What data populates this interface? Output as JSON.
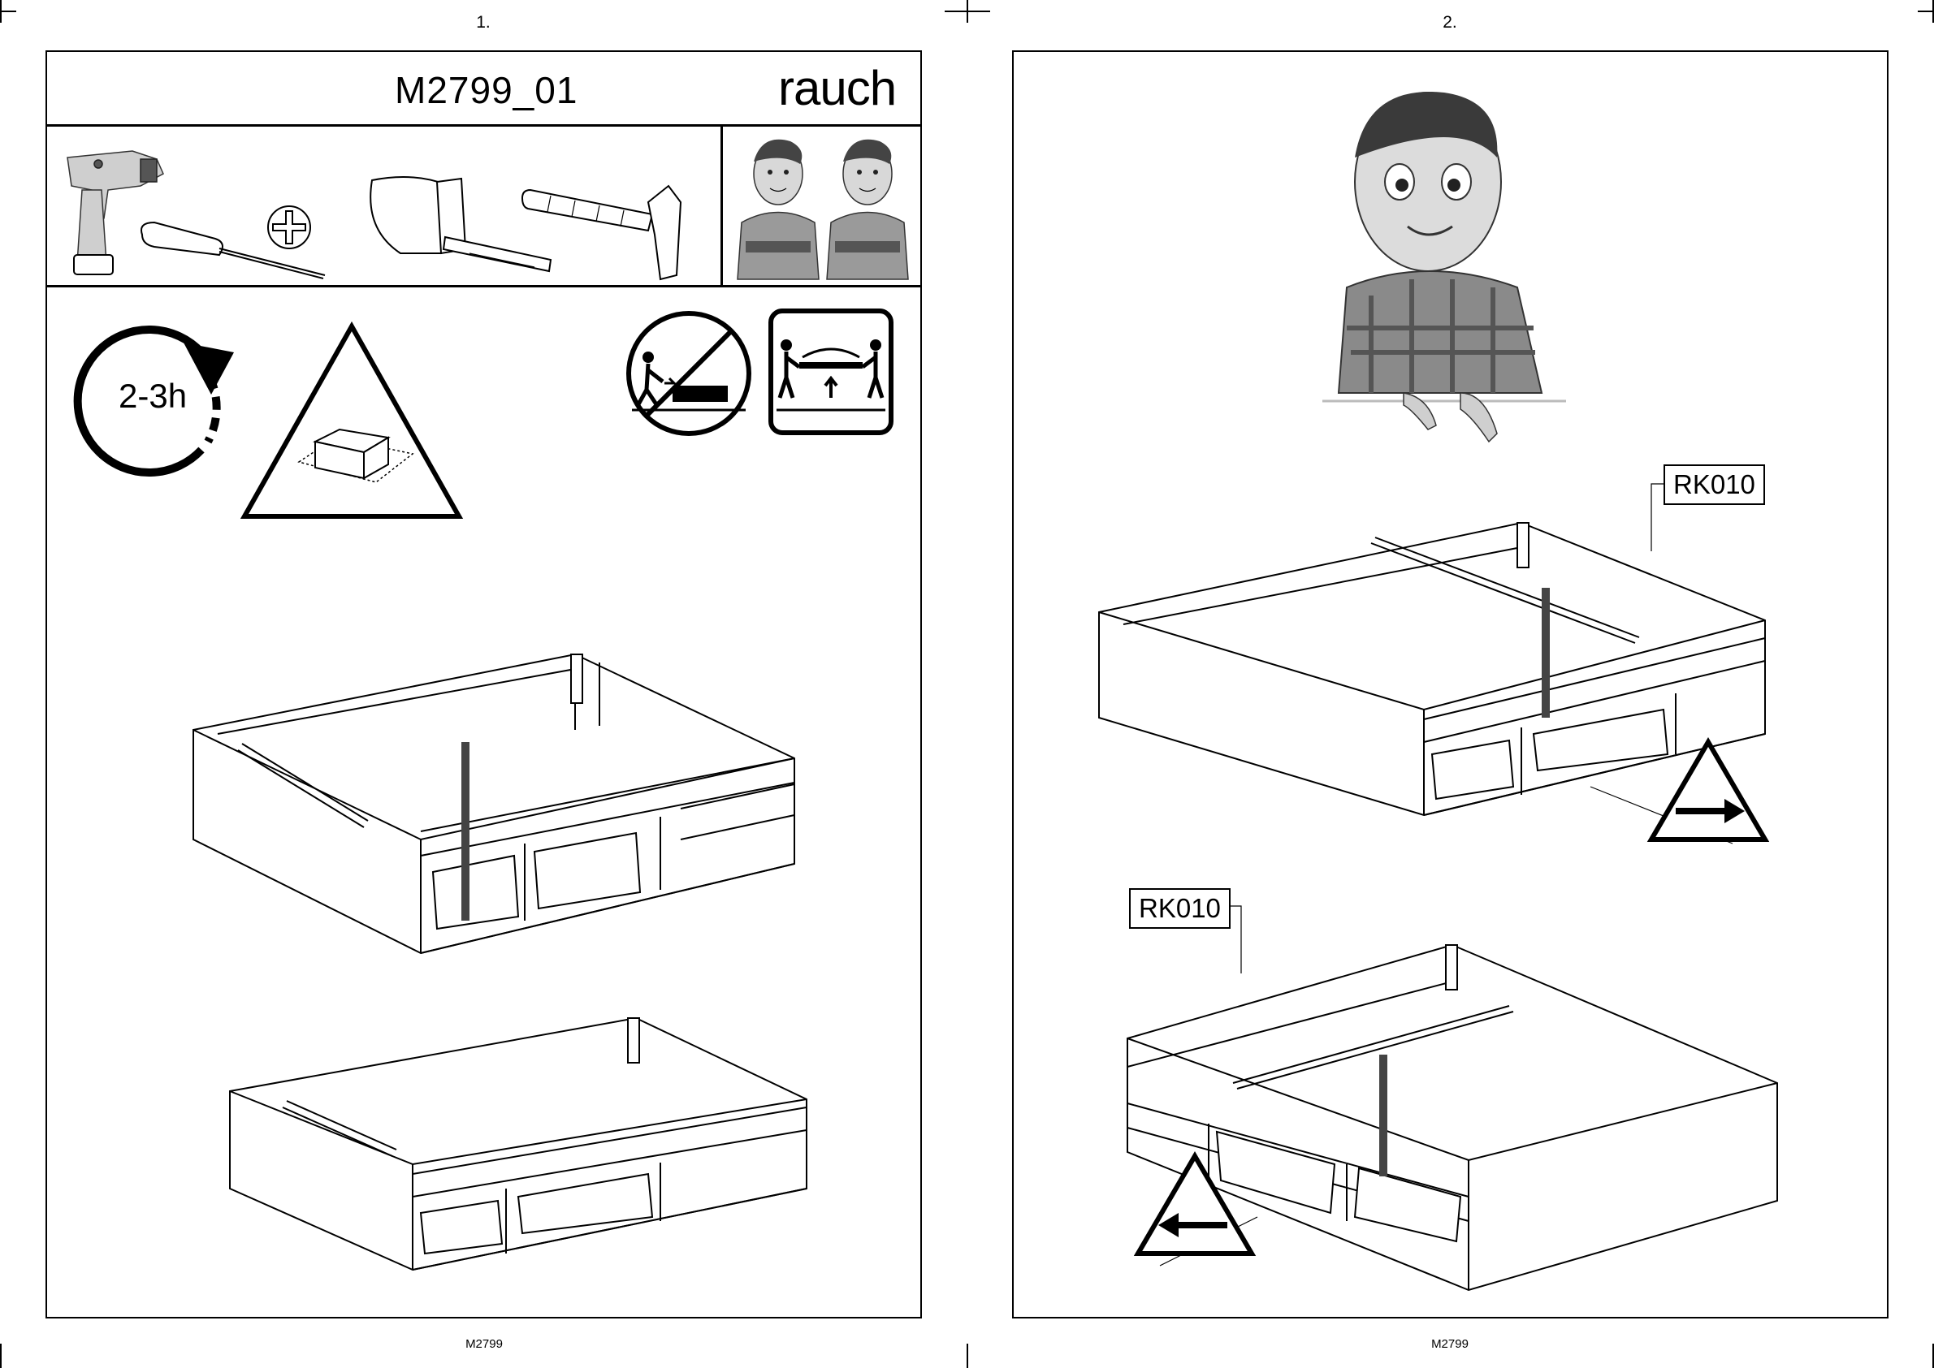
{
  "pages": [
    {
      "number": "1.",
      "header": {
        "model": "M2799_01",
        "brand": "rauch"
      },
      "time_estimate": "2-3h",
      "tools": [
        "drill-icon",
        "screwdriver-icon",
        "phillips-head-icon",
        "tape-measure-icon",
        "hammer-icon"
      ],
      "people_required": 2,
      "footer": "M2799"
    },
    {
      "number": "2.",
      "labels": [
        "RK010",
        "RK010"
      ],
      "footer": "M2799"
    }
  ]
}
